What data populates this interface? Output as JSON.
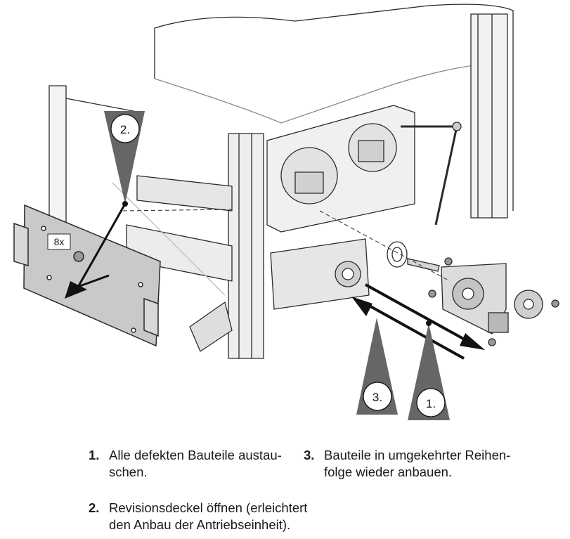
{
  "figure": {
    "callouts": {
      "open_cover": "2.",
      "remove": "1.",
      "reinstall": "3.",
      "screw_count": "8x"
    }
  },
  "steps": [
    {
      "number": "1.",
      "lines": [
        "Alle defekten Bauteile austau-",
        "schen."
      ]
    },
    {
      "number": "2.",
      "lines": [
        "Revisionsdeckel öffnen (erleichtert",
        "den Anbau der Antriebseinheit)."
      ]
    },
    {
      "number": "3.",
      "lines": [
        "Bauteile in umgekehrter Reihen-",
        "folge wieder anbauen."
      ]
    }
  ]
}
